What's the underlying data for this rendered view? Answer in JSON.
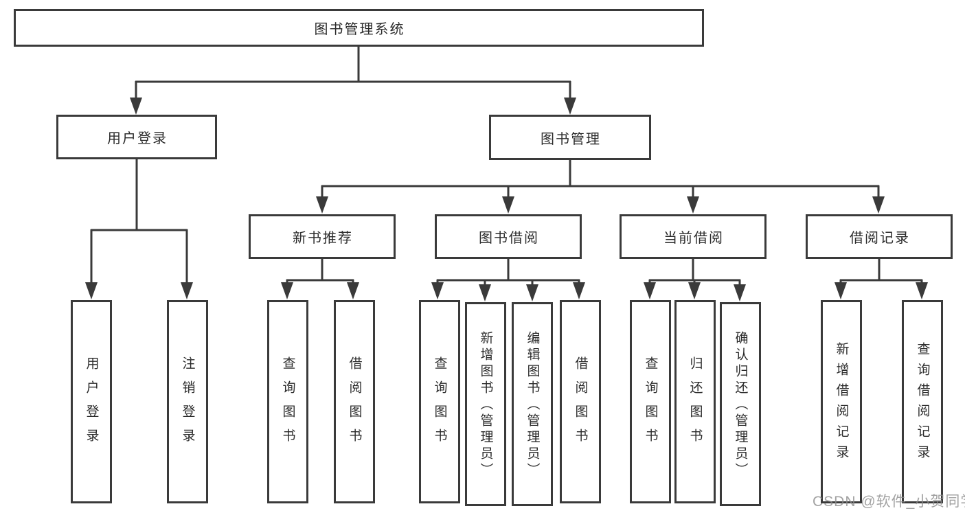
{
  "nodes": {
    "root": "图书管理系统",
    "level2": [
      "用户登录",
      "图书管理"
    ],
    "level3": [
      "新书推荐",
      "图书借阅",
      "当前借阅",
      "借阅记录"
    ],
    "leaves": [
      "用户登录",
      "注销登录",
      "查询图书",
      "借阅图书",
      "查询图书",
      "新增图书（管理员）",
      "编辑图书（管理员）",
      "借阅图书",
      "查询图书",
      "归还图书",
      "确认归还（管理员）",
      "新增借阅记录",
      "查询借阅记录"
    ]
  },
  "watermark": "CSDN @软件_小贺同学",
  "colors": {
    "line": "#3a3a3a",
    "text": "#2b2b2b",
    "background": "#ffffff",
    "watermark": "#8c8c8c"
  }
}
